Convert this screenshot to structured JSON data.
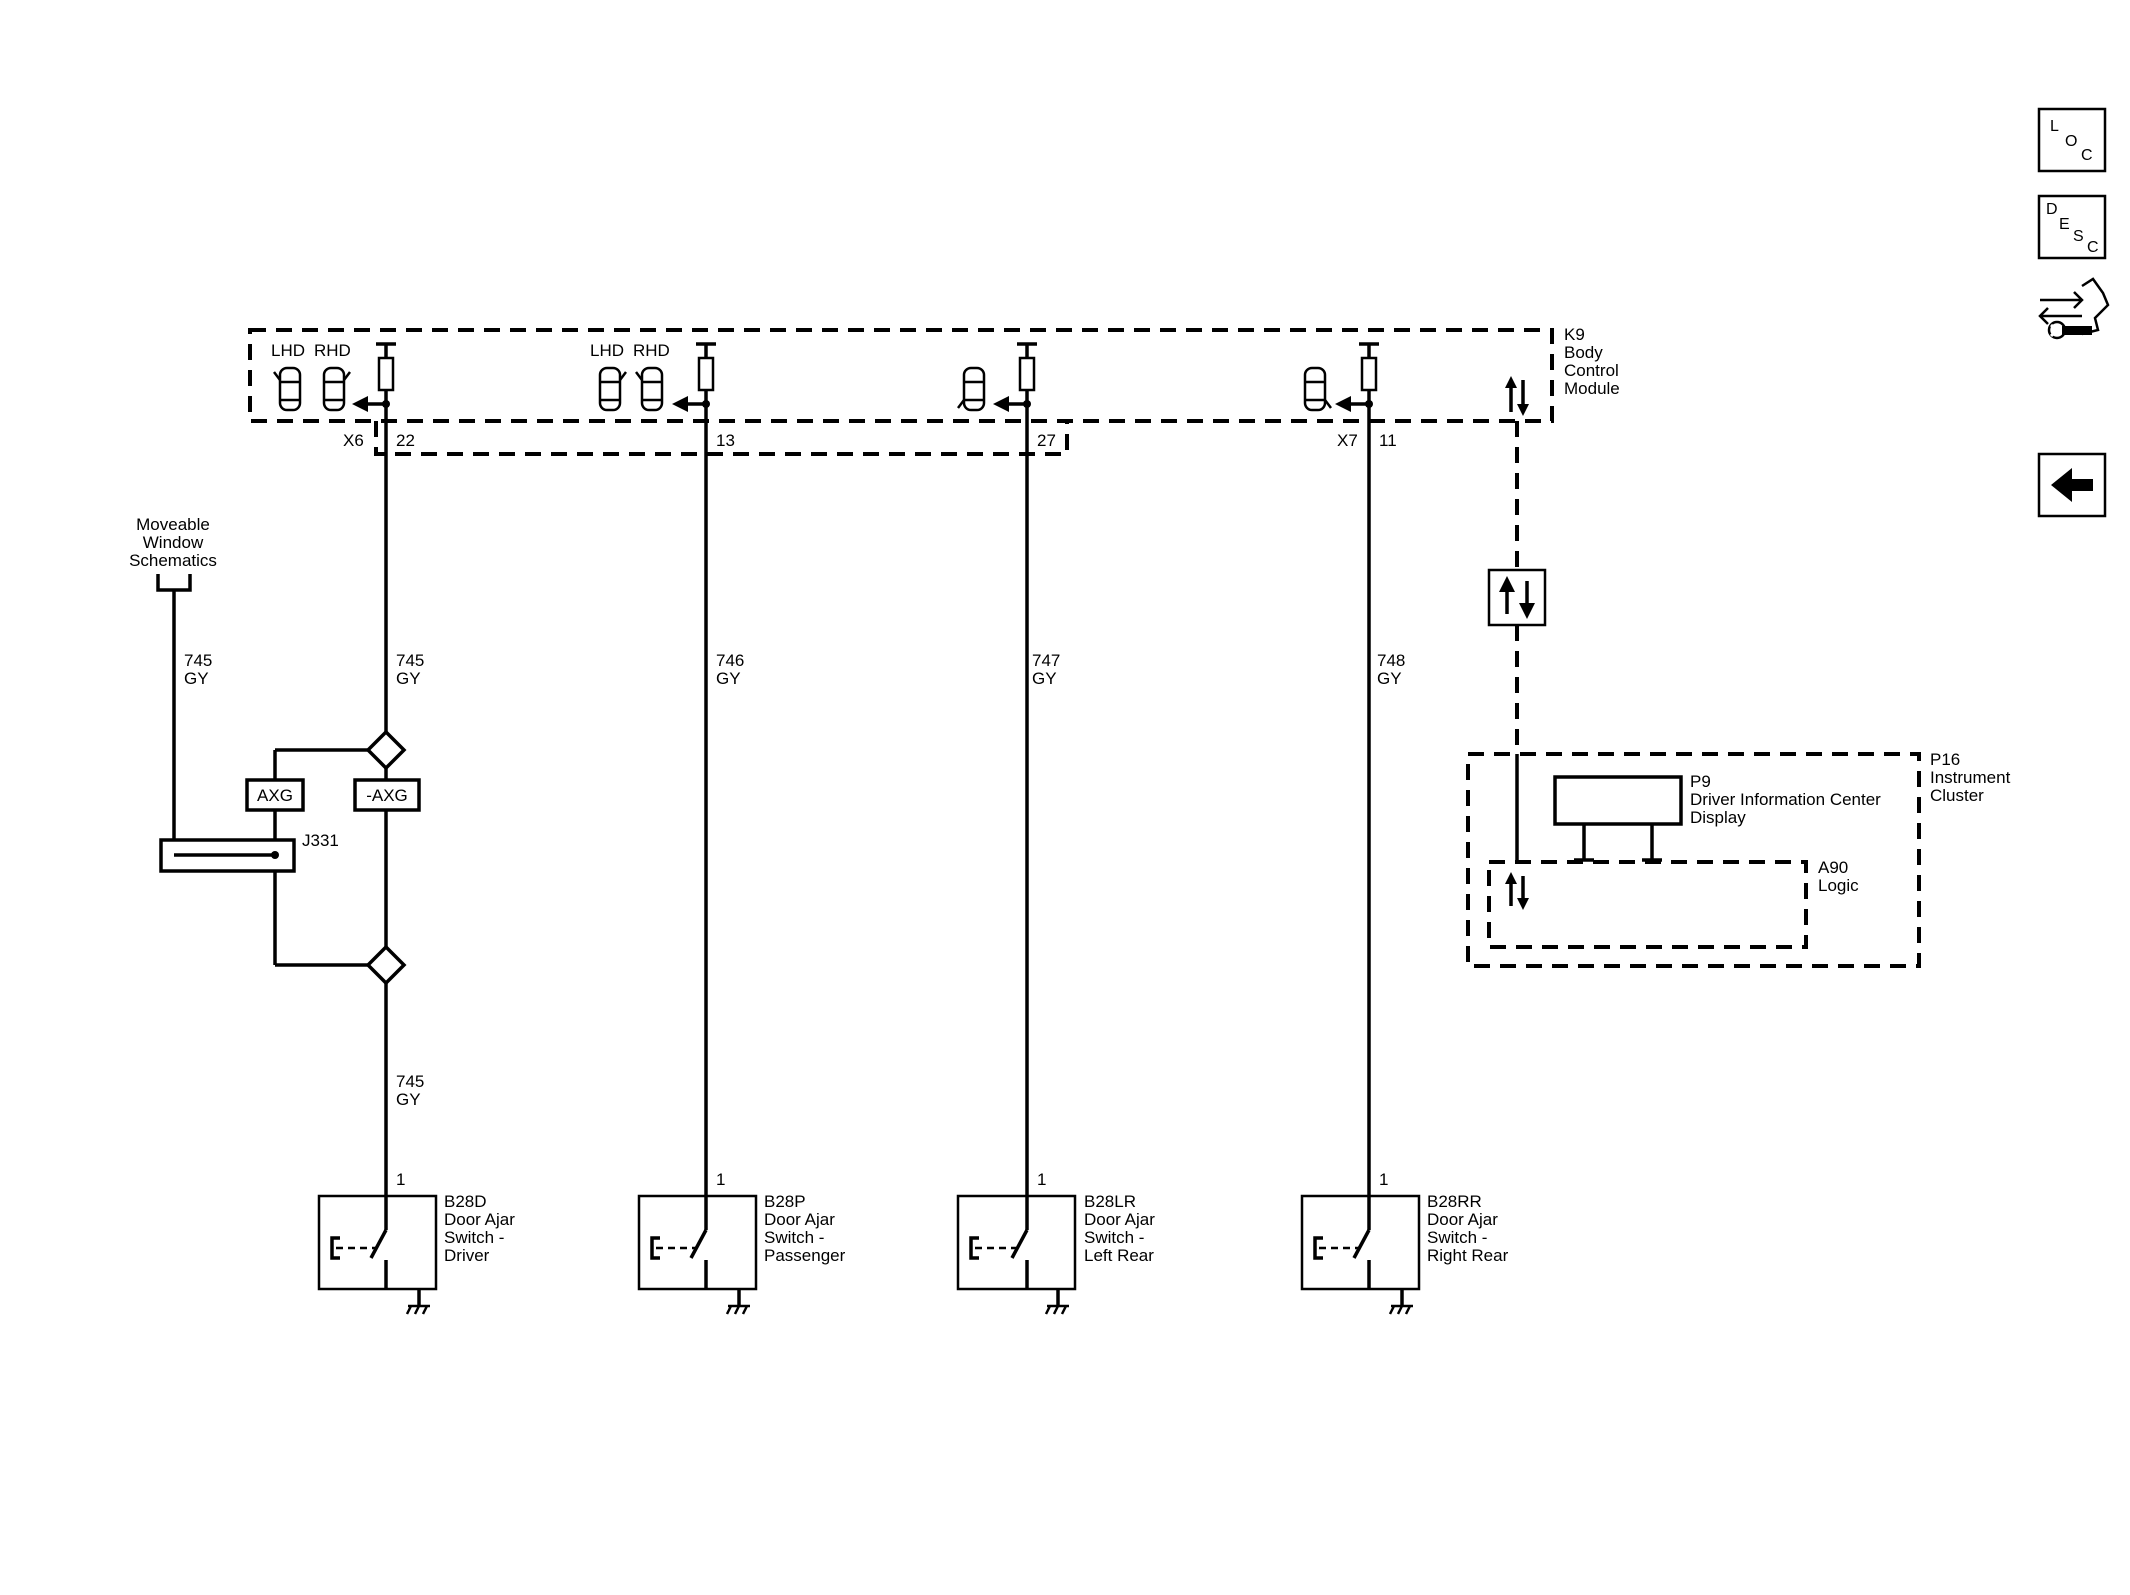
{
  "nav": {
    "loc_letters": [
      "L",
      "O",
      "C"
    ],
    "desc_letters": [
      "D",
      "E",
      "S",
      "C"
    ],
    "connector_icon": "connector-wrench-icon",
    "back_icon": "back-arrow-icon"
  },
  "k9": {
    "lines": [
      "K9",
      "Body",
      "Control",
      "Module"
    ],
    "lhd": "LHD",
    "rhd": "RHD"
  },
  "connectors": {
    "x6": "X6",
    "x7": "X7",
    "pins": [
      "22",
      "13",
      "27",
      "11"
    ]
  },
  "wires": {
    "w745_top": [
      "745",
      "GY"
    ],
    "w746": [
      "746",
      "GY"
    ],
    "w747": [
      "747",
      "GY"
    ],
    "w748": [
      "748",
      "GY"
    ],
    "w745_left": [
      "745",
      "GY"
    ],
    "w745_bottom": [
      "745",
      "GY"
    ]
  },
  "moveable": [
    "Moveable",
    "Window",
    "Schematics"
  ],
  "splice": {
    "axg": "AXG",
    "neg_axg": "-AXG",
    "j331": "J331"
  },
  "switches": [
    {
      "pin": "1",
      "lines": [
        "B28D",
        "Door Ajar",
        "Switch -",
        "Driver"
      ]
    },
    {
      "pin": "1",
      "lines": [
        "B28P",
        "Door Ajar",
        "Switch -",
        "Passenger"
      ]
    },
    {
      "pin": "1",
      "lines": [
        "B28LR",
        "Door Ajar",
        "Switch -",
        "Left Rear"
      ]
    },
    {
      "pin": "1",
      "lines": [
        "B28RR",
        "Door Ajar",
        "Switch -",
        "Right Rear"
      ]
    }
  ],
  "p16": {
    "lines": [
      "P16",
      "Instrument",
      "Cluster"
    ]
  },
  "p9": {
    "lines": [
      "P9",
      "Driver Information Center",
      "Display"
    ]
  },
  "a90": {
    "lines": [
      "A90",
      "Logic"
    ]
  }
}
